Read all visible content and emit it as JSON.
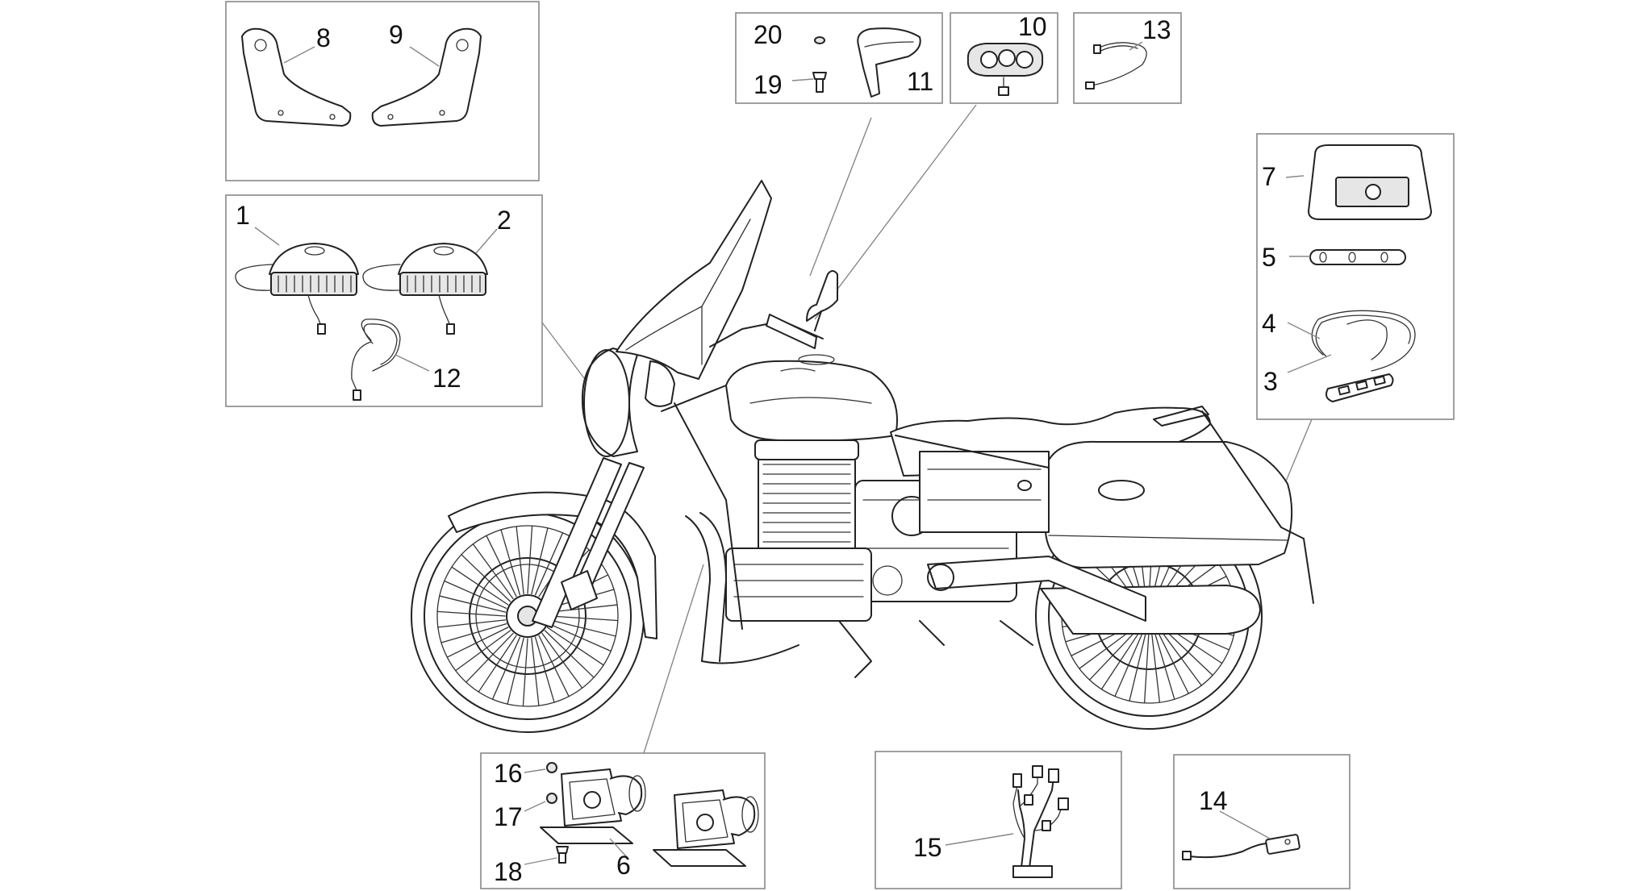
{
  "callouts": {
    "c1": "1",
    "c2": "2",
    "c3": "3",
    "c4": "4",
    "c5": "5",
    "c6": "6",
    "c7": "7",
    "c8": "8",
    "c9": "9",
    "c10": "10",
    "c11": "11",
    "c12": "12",
    "c13": "13",
    "c14": "14",
    "c15": "15",
    "c16": "16",
    "c17": "17",
    "c18": "18",
    "c19": "19",
    "c20": "20"
  },
  "colors": {
    "line": "#222222",
    "box": "#888888",
    "background": "#ffffff"
  }
}
